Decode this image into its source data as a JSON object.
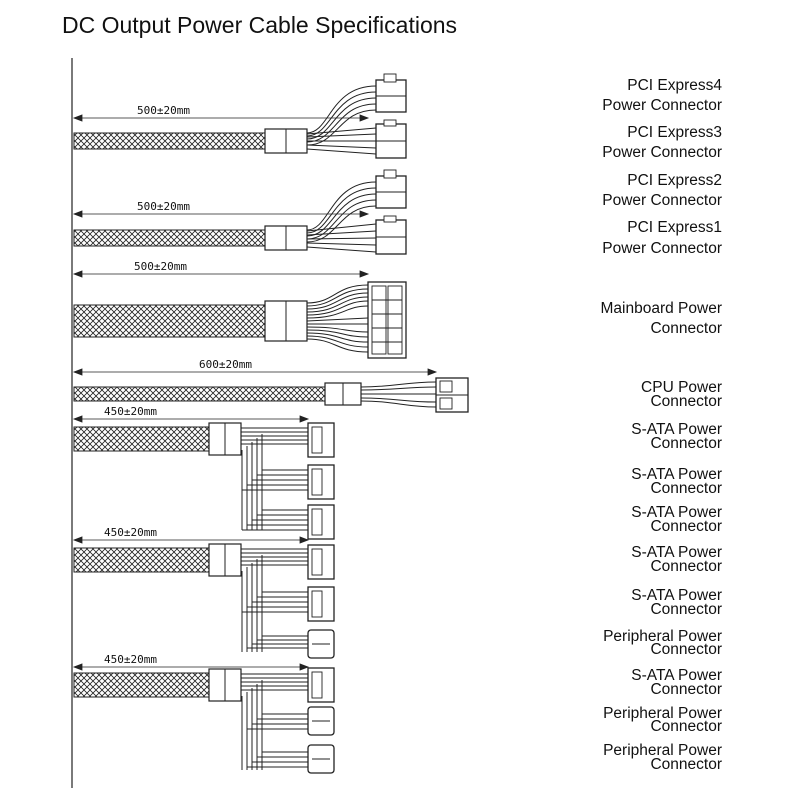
{
  "title": "DC Output Power Cable Specifications",
  "dimensions": [
    "500±20mm",
    "500±20mm",
    "500±20mm",
    "600±20mm",
    "450±20mm",
    "450±20mm",
    "450±20mm"
  ],
  "labels": [
    {
      "lines": [
        "PCI Express4",
        "Power Connector"
      ]
    },
    {
      "lines": [
        "PCI Express3",
        "Power Connector"
      ]
    },
    {
      "lines": [
        "PCI Express2",
        "Power Connector"
      ]
    },
    {
      "lines": [
        "PCI Express1",
        "Power Connector"
      ]
    },
    {
      "lines": [
        "Mainboard Power",
        "Connector"
      ]
    },
    {
      "lines": [
        "CPU Power",
        "Connector"
      ]
    },
    {
      "lines": [
        "S-ATA Power",
        "Connector"
      ]
    },
    {
      "lines": [
        "S-ATA Power",
        "Connector"
      ]
    },
    {
      "lines": [
        "S-ATA Power",
        "Connector"
      ]
    },
    {
      "lines": [
        "S-ATA Power",
        "Connector"
      ]
    },
    {
      "lines": [
        "S-ATA Power",
        "Connector"
      ]
    },
    {
      "lines": [
        "Peripheral Power",
        "Connector"
      ]
    },
    {
      "lines": [
        "S-ATA Power",
        "Connector"
      ]
    },
    {
      "lines": [
        "Peripheral Power",
        "Connector"
      ]
    },
    {
      "lines": [
        "Peripheral Power",
        "Connector"
      ]
    }
  ],
  "icons": [
    "mesh-pattern",
    "cable-sleeve",
    "connector"
  ]
}
